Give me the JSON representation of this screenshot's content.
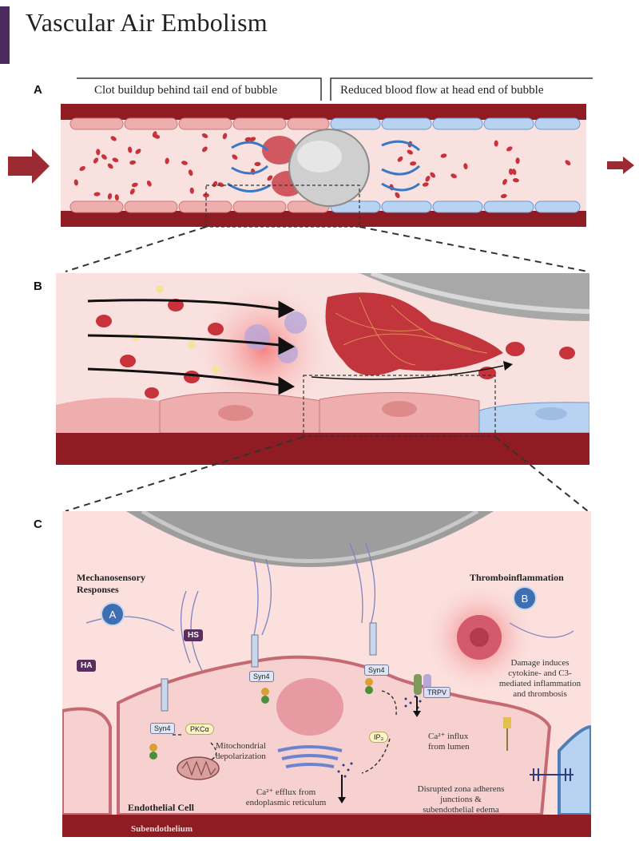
{
  "title": "Vascular Air Embolism",
  "panels": {
    "a": {
      "label": "A",
      "caption_left": "Clot buildup behind tail end of bubble",
      "caption_right": "Reduced blood flow at head end of bubble"
    },
    "b": {
      "label": "B"
    },
    "c": {
      "label": "C",
      "mechanosensory": "Mechanosensory Responses",
      "mechanosensory_badge": "A",
      "thromboinflammation": "Thromboinflammation",
      "thrombo_badge": "B",
      "tag_hs": "HS",
      "tag_ha": "HA",
      "syn4_1": "Syn4",
      "syn4_2": "Syn4",
      "syn4_3": "Syn4",
      "pkc": "PKCα",
      "trpv": "TRPV",
      "ip3": "IP₃",
      "mito": "Mitochondrial depolarization",
      "ca_influx": "Ca²⁺ influx from lumen",
      "ca_efflux": "Ca²⁺ efflux from endoplasmic reticulum",
      "damage": "Damage induces cytokine- and C3-mediated inflammation and thrombosis",
      "junctions": "Disrupted zona adherens junctions & subendothelial edema",
      "endothelial_cell": "Endothelial Cell",
      "subendothelium": "Subendothelium"
    }
  },
  "colors": {
    "title_bar": "#4b2a5e",
    "vessel_wall": "#8e1c22",
    "lumen": "#f9e3e1",
    "endothelium_pink": "#efaeae",
    "endothelium_blue": "#b8d2f2",
    "bubble": "#c9c9c9",
    "rbc": "#c8323a",
    "flow_arrow": "#3a78c3"
  }
}
